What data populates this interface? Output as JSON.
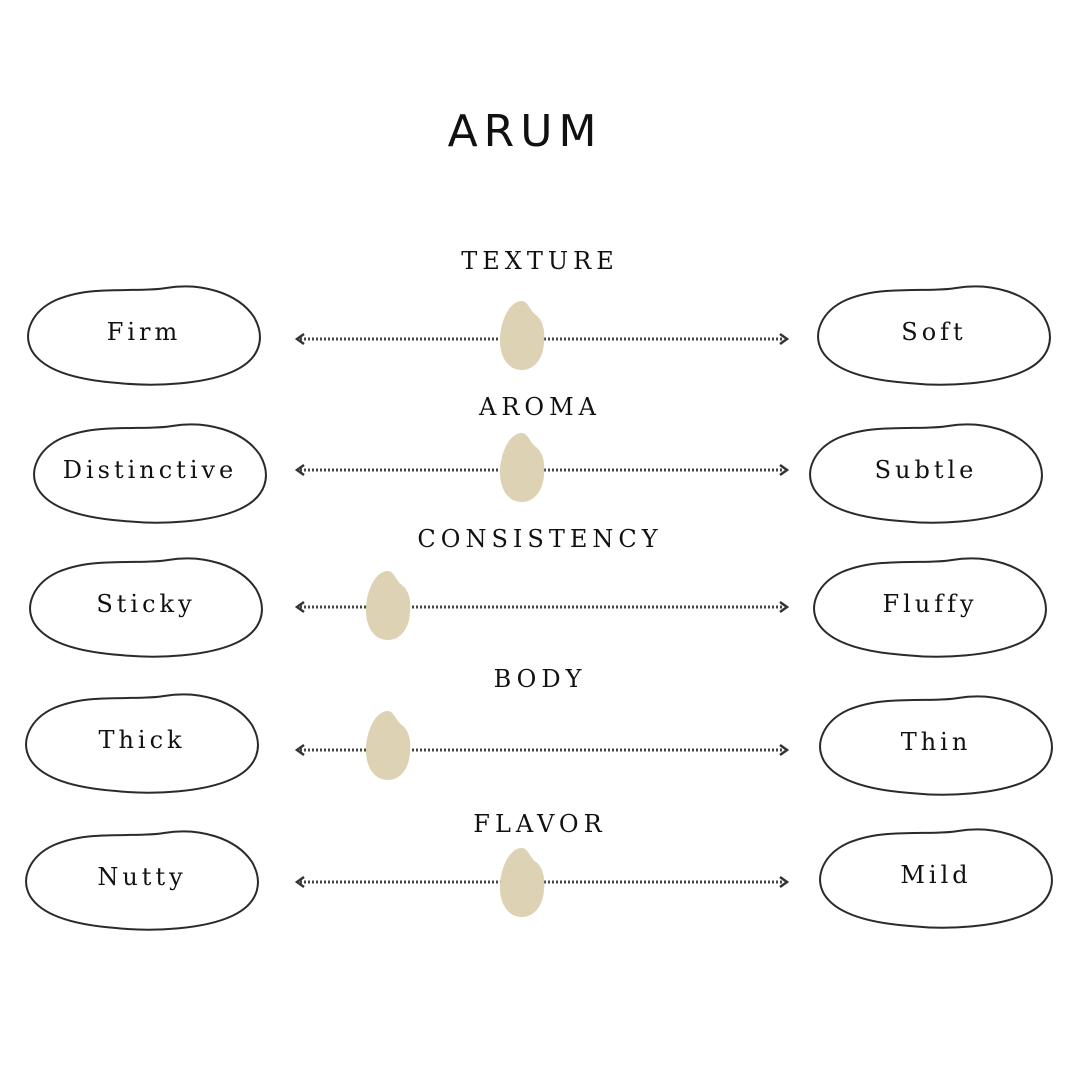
{
  "title": "ARUM",
  "marker_color": "#ddd2b4",
  "line_color": "#444444",
  "scales": [
    {
      "heading": "TEXTURE",
      "left_label": "Firm",
      "right_label": "Soft",
      "level": 0.46
    },
    {
      "heading": "AROMA",
      "left_label": "Distinctive",
      "right_label": "Subtle",
      "level": 0.46
    },
    {
      "heading": "CONSISTENCY",
      "left_label": "Sticky",
      "right_label": "Fluffy",
      "level": 0.19
    },
    {
      "heading": "BODY",
      "left_label": "Thick",
      "right_label": "Thin",
      "level": 0.19
    },
    {
      "heading": "FLAVOR",
      "left_label": "Nutty",
      "right_label": "Mild",
      "level": 0.46
    }
  ]
}
